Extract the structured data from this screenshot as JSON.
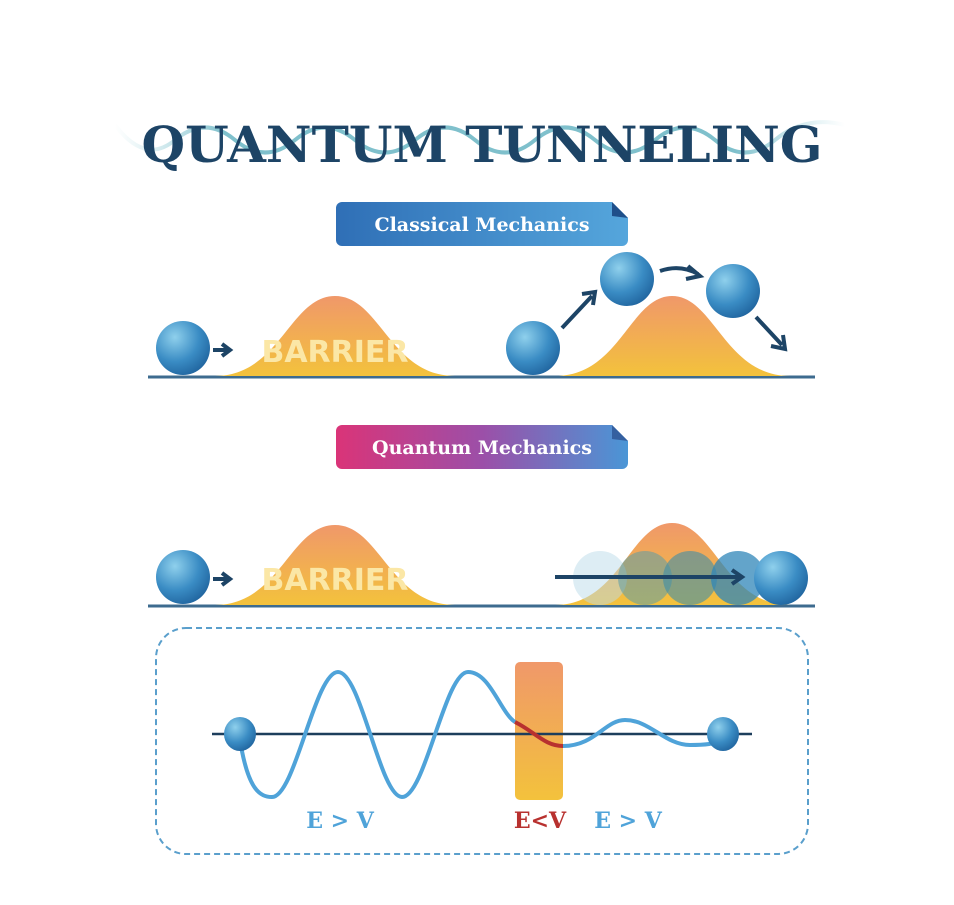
{
  "title": "QUANTUM TUNNELING",
  "sections": {
    "classical": {
      "label": "Classical Mechanics"
    },
    "quantum": {
      "label": "Quantum Mechanics"
    }
  },
  "barrier_text": "BARRIER",
  "wave_labels": {
    "left": "E > V",
    "barrier": "E<V",
    "right": "E > V"
  },
  "colors": {
    "title": "#1d4466",
    "ball": "#3a8cc4",
    "barrier_top": "#f0986a",
    "barrier_bottom": "#f3c23c",
    "wave": "#4fa3d9",
    "tunnel": "#b8312f"
  }
}
